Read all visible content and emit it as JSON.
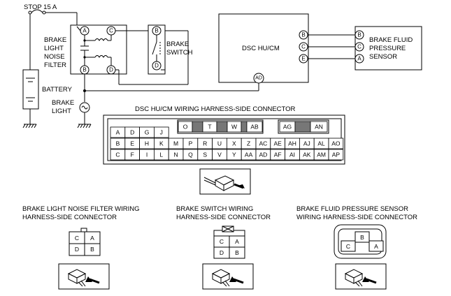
{
  "fuse_label": "STOP 15 A",
  "battery_label": "BATTERY",
  "brake_light_label": [
    "BRAKE",
    "LIGHT"
  ],
  "noise_filter_label": [
    "BRAKE",
    "LIGHT",
    "NOISE",
    "FILTER"
  ],
  "brake_switch_label": [
    "BRAKE",
    "SWITCH"
  ],
  "dsc_label": "DSC HU/CM",
  "sensor_label": [
    "BRAKE FLUID",
    "PRESSURE",
    "SENSOR"
  ],
  "pins": {
    "filter_a": "A",
    "filter_c": "C",
    "filter_b": "B",
    "filter_d": "D",
    "switch_b": "B",
    "switch_d": "D",
    "dsc_b": "B",
    "dsc_c": "C",
    "dsc_e": "E",
    "dsc_ad": "AD",
    "sensor_b": "B",
    "sensor_c": "C",
    "sensor_a": "A"
  },
  "dsc_connector": {
    "title": "DSC HU/CM WIRING HARNESS-SIDE CONNECTOR",
    "top_groups": [
      {
        "cells": [
          "O",
          "",
          "T",
          "",
          "W",
          "",
          "AB"
        ]
      },
      {
        "cells": [
          "AG",
          "",
          "AN"
        ]
      }
    ],
    "row1": [
      "A",
      "D",
      "G",
      "J"
    ],
    "row2": [
      "B",
      "E",
      "H",
      "K",
      "M",
      "P",
      "R",
      "U",
      "X",
      "Z",
      "AC",
      "AE",
      "AH",
      "AJ",
      "AL",
      "AO"
    ],
    "row3": [
      "C",
      "F",
      "I",
      "L",
      "N",
      "Q",
      "S",
      "V",
      "Y",
      "AA",
      "AD",
      "AF",
      "AI",
      "AK",
      "AM",
      "AP"
    ]
  },
  "filter_connector": {
    "title": [
      "BRAKE LIGHT NOISE FILTER WIRING",
      "HARNESS-SIDE CONNECTOR"
    ],
    "cells": [
      "C",
      "A",
      "D",
      "B"
    ]
  },
  "switch_connector": {
    "title": [
      "BRAKE SWITCH WIRING",
      "HARNESS-SIDE CONNECTOR"
    ],
    "cells": [
      "C",
      "A",
      "D",
      "B"
    ]
  },
  "sensor_connector": {
    "title": [
      "BRAKE FLUID PRESSURE SENSOR",
      "WIRING HARNESS-SIDE CONNECTOR"
    ],
    "cells": [
      "B",
      "C",
      "A"
    ]
  }
}
